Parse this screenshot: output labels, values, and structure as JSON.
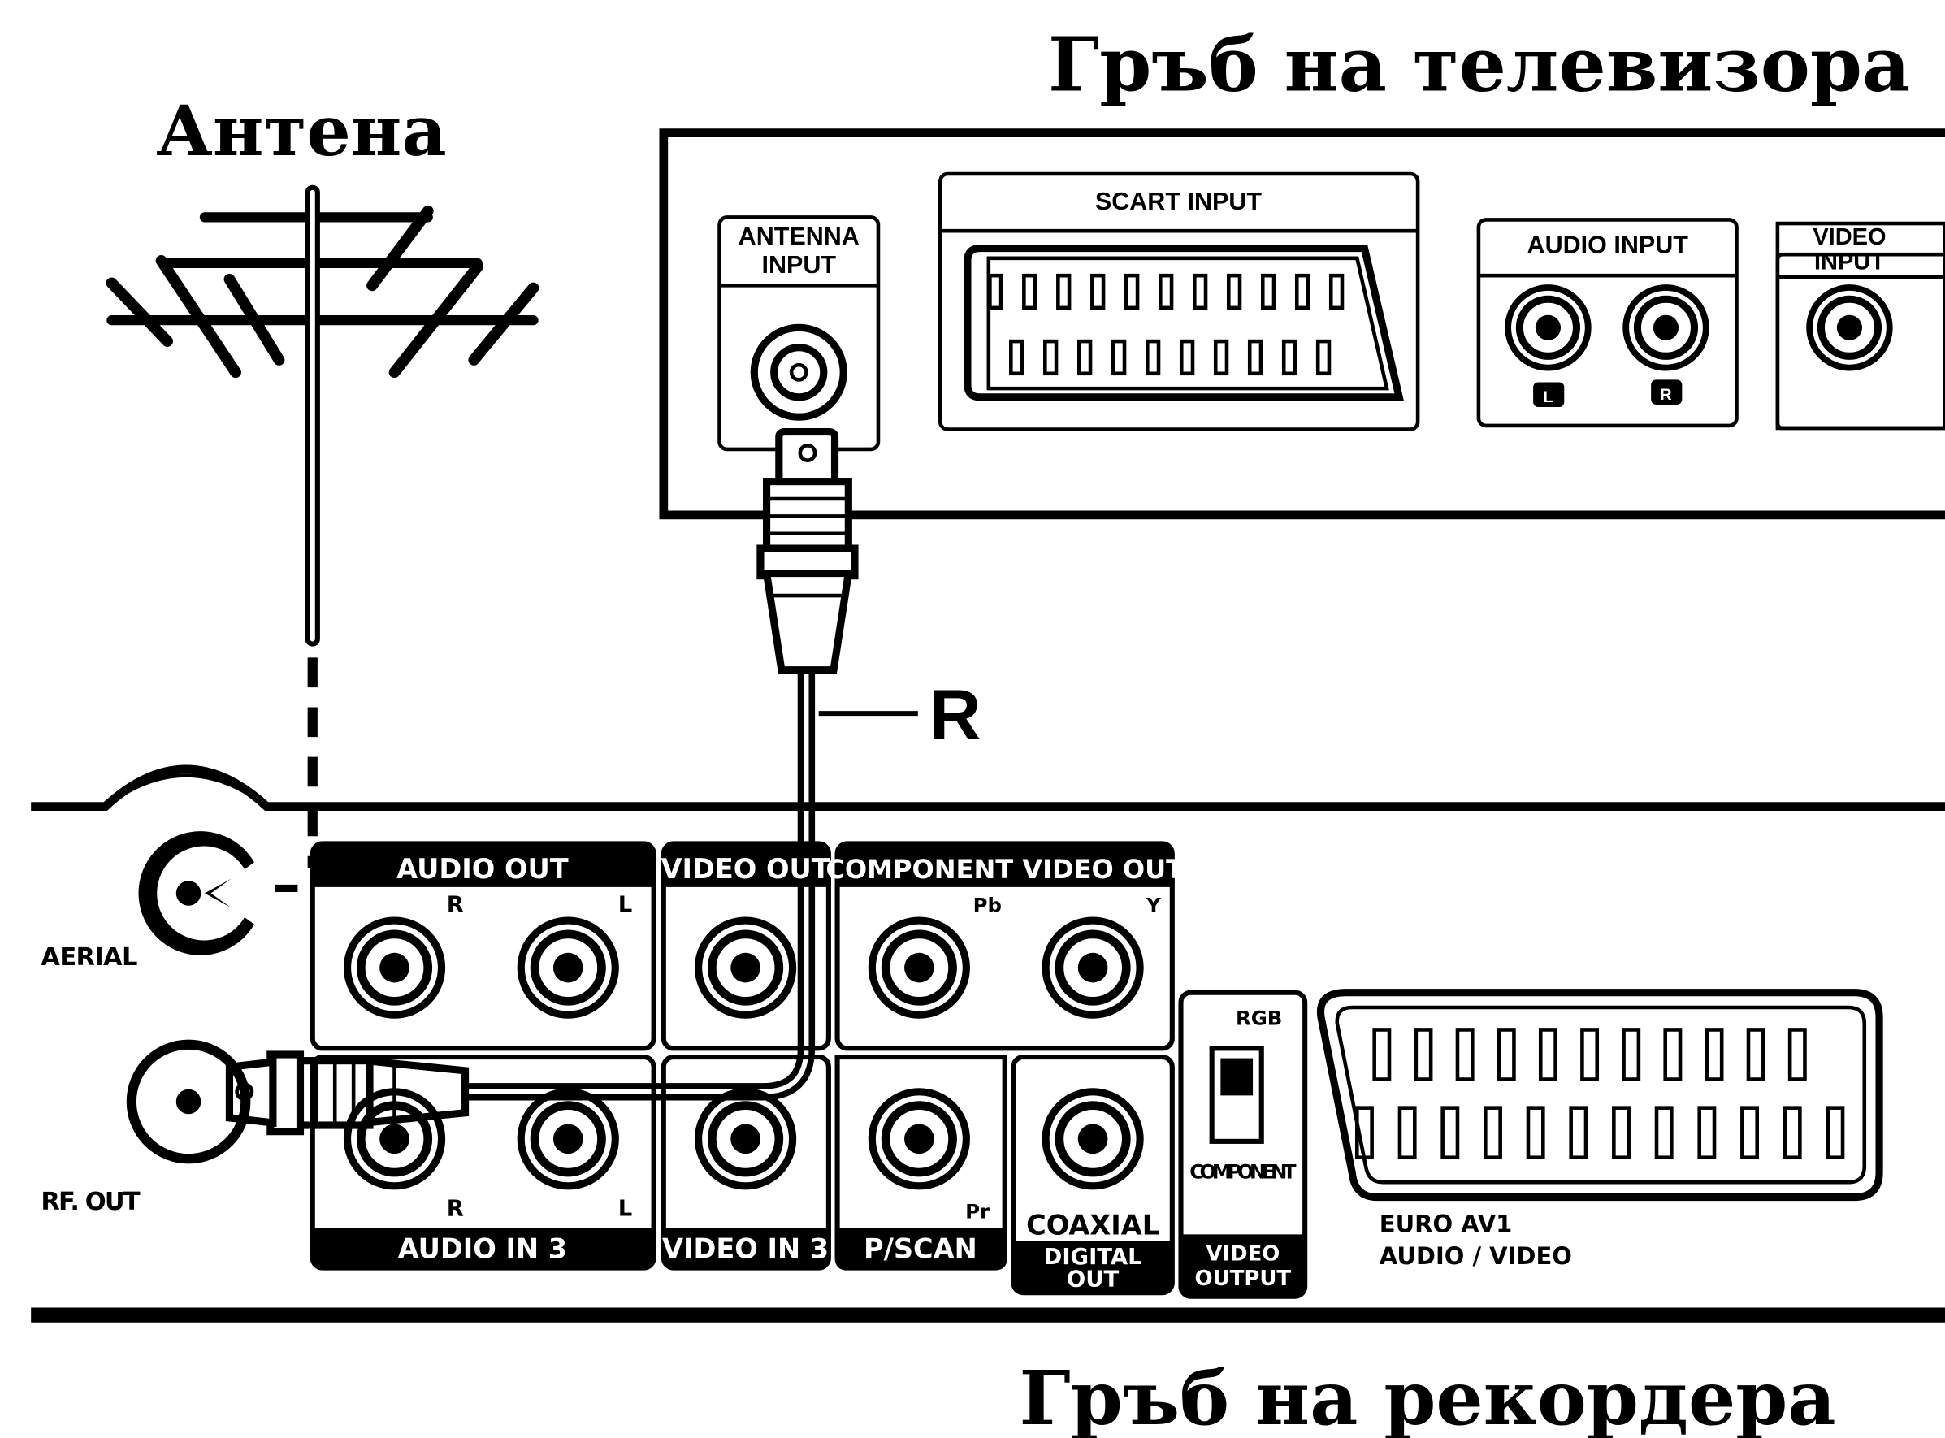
{
  "titles": {
    "tv_back": "Гръб на телевизора",
    "antenna": "Антена",
    "recorder_back": "Гръб на рекордера"
  },
  "tv_panel": {
    "antenna_input": [
      "ANTENNA",
      "INPUT"
    ],
    "scart_input": "SCART INPUT",
    "audio_input": "AUDIO INPUT",
    "audio_left": "L",
    "audio_right": "R",
    "video_input": [
      "VIDEO",
      "INPUT"
    ]
  },
  "cable_label": "R",
  "recorder_panel": {
    "aerial": "AERIAL",
    "rf_out": "RF. OUT",
    "audio_out": "AUDIO OUT",
    "audio_out_r": "R",
    "audio_out_l": "L",
    "video_out": "VIDEO OUT",
    "component_video_out": "COMPONENT VIDEO OUT",
    "pb": "Pb",
    "y": "Y",
    "pr": "Pr",
    "audio_in3": "AUDIO IN 3",
    "audio_in3_r": "R",
    "audio_in3_l": "L",
    "video_in3": "VIDEO IN 3",
    "pscan": "P/SCAN",
    "coaxial": "COAXIAL",
    "digital_out": [
      "DIGITAL",
      "OUT"
    ],
    "rgb": "RGB",
    "component": "COMPONENT",
    "video_output": [
      "VIDEO",
      "OUTPUT"
    ],
    "euro_av1": [
      "EURO AV1",
      "AUDIO / VIDEO"
    ]
  }
}
